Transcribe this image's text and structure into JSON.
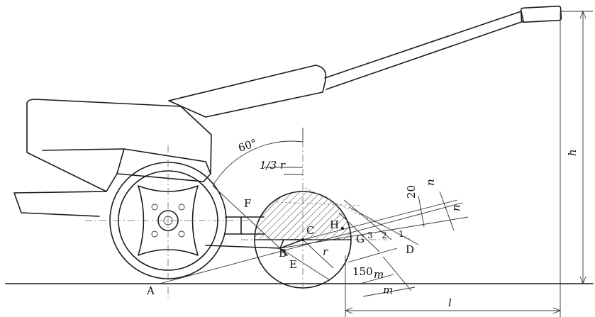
{
  "labels": {
    "A": "A",
    "B": "B",
    "C": "C",
    "D": "D",
    "E": "E",
    "F": "F",
    "G": "G",
    "H": "H",
    "angle": "60°",
    "third_r": "1/3 r",
    "r": "r",
    "dim_20": "20",
    "n1": "n",
    "n2": "n",
    "dim_150": "150",
    "m1": "m",
    "m2": "m",
    "l": "l",
    "h": "h",
    "p1": "1",
    "p2": "2",
    "p3": "3"
  }
}
